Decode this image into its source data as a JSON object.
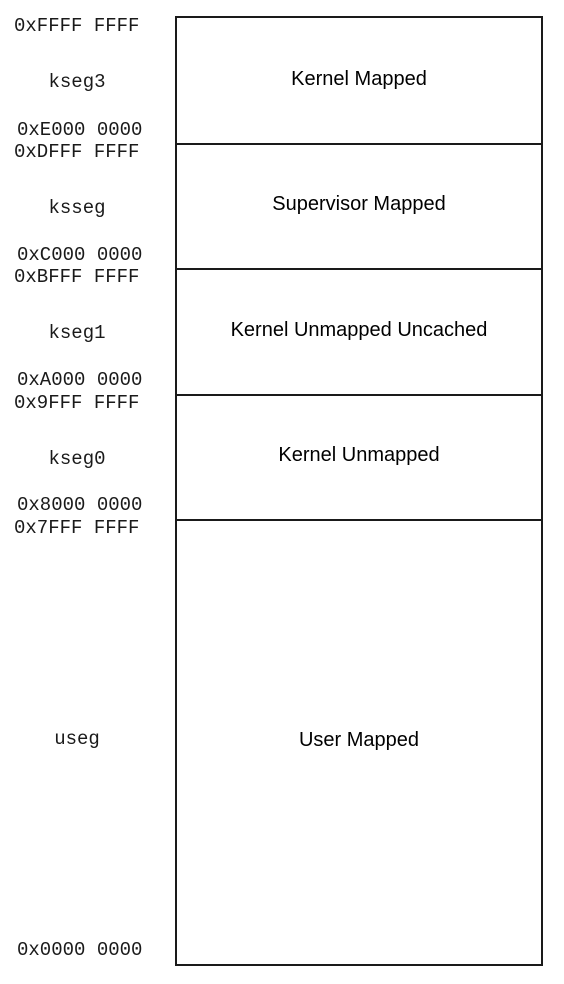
{
  "regions": [
    {
      "segment": "kseg3",
      "label": "Kernel Mapped",
      "addr_high": "0xFFFF FFFF",
      "addr_low": "0xE000 0000"
    },
    {
      "segment": "ksseg",
      "label": "Supervisor Mapped",
      "addr_high": "0xDFFF FFFF",
      "addr_low": "0xC000 0000"
    },
    {
      "segment": "kseg1",
      "label": "Kernel Unmapped Uncached",
      "addr_high": "0xBFFF FFFF",
      "addr_low": "0xA000 0000"
    },
    {
      "segment": "kseg0",
      "label": "Kernel Unmapped",
      "addr_high": "0x9FFF FFFF",
      "addr_low": "0x8000 0000"
    },
    {
      "segment": "useg",
      "label": "User Mapped",
      "addr_high": "0x7FFF FFFF",
      "addr_low": "0x0000 0000"
    }
  ]
}
